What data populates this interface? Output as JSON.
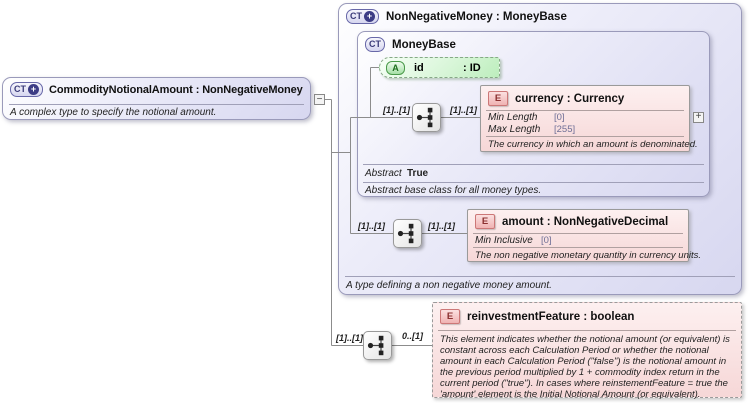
{
  "icons": {
    "ct": "CT",
    "plus": "+",
    "attr": "A",
    "elem": "E",
    "collapse": "−",
    "expand": "+"
  },
  "root_box": {
    "title": "CommodityNotionalAmount : NonNegativeMoney",
    "annotation": "A complex type to specify the notional amount."
  },
  "nnm_box": {
    "title": "NonNegativeMoney : MoneyBase",
    "annotation": "A type defining a non negative money amount."
  },
  "moneybase_box": {
    "title": "MoneyBase",
    "abstract_label": "Abstract",
    "abstract_value": "True",
    "annotation": "Abstract base class for all money types."
  },
  "id_attr": {
    "name": "id",
    "type": ": ID"
  },
  "currency_elem": {
    "title": "currency : Currency",
    "facets": [
      {
        "name": "Min Length",
        "value": "[0]"
      },
      {
        "name": "Max Length",
        "value": "[255]"
      }
    ],
    "annotation": "The currency in which an amount is denominated."
  },
  "amount_elem": {
    "title": "amount : NonNegativeDecimal",
    "facets": [
      {
        "name": "Min Inclusive",
        "value": "[0]"
      }
    ],
    "annotation": "The non negative monetary quantity in currency units."
  },
  "reinvestment_elem": {
    "title": "reinvestmentFeature : boolean",
    "annotation": "This element indicates whether the notional amount (or equivalent) is constant across each Calculation Period or whether the notional amount in each Calculation Period (\"false\") is the notional amount in the previous period multiplied by 1 + commodity index return in the current period (\"true\"). In cases where reinstementFeature = true the 'amount' element is the Initial Notional Amount (or equivalent)."
  },
  "cardinalities": {
    "c1": "[1]..[1]",
    "c2": "[1]..[1]",
    "c3": "[1]..[1]",
    "c4": "[1]..[1]",
    "c5": "[1]..[1]",
    "c6": "0..[1]"
  },
  "colors": {
    "purple": "#d7d7f0",
    "pink": "#f6d7d7",
    "green": "#c9f2c9",
    "line": "#8c8c8c"
  }
}
